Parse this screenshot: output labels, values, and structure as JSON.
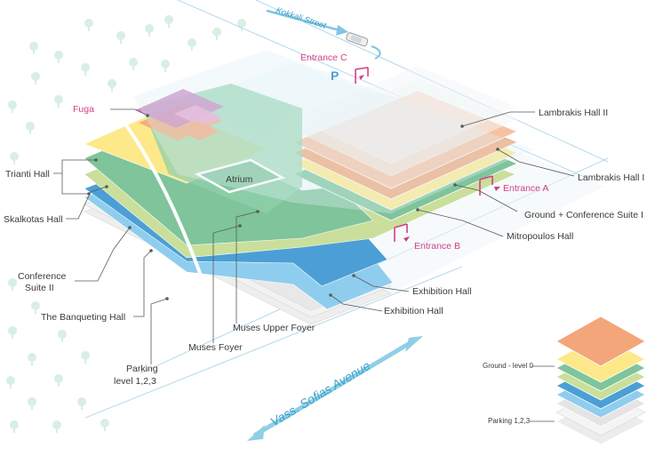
{
  "streets": {
    "kokkali": "Kokkali Street",
    "vass_sofias": "Vass. Sofias Avenue"
  },
  "parking_symbol": "P",
  "entrances": {
    "a": "Entrance A",
    "b": "Entrance B",
    "c": "Entrance C"
  },
  "halls": {
    "fuga": "Fuga",
    "atrium": "Atrium",
    "lambrakis_ii": "Lambrakis Hall II",
    "lambrakis_i": "Lambrakis Hall I",
    "ground_conference_i": "Ground + Conference Suite I",
    "mitropoulos": "Mitropoulos Hall",
    "trianti": "Trianti Hall",
    "skalkotas": "Skalkotas Hall",
    "conference_ii_line1": "Conference",
    "conference_ii_line2": "Suite II",
    "banqueting": "The Banqueting Hall",
    "muses_foyer": "Muses Foyer",
    "muses_upper_foyer": "Muses Upper Foyer",
    "exhibition_1": "Exhibition Hall",
    "exhibition_2": "Exhibition Hall",
    "parking_line1": "Parking",
    "parking_line2": "level 1,2,3"
  },
  "legend": {
    "ground": "Ground  - level 0",
    "parking": "Parking 1,2,3"
  },
  "colors": {
    "orange": "#f2a679",
    "yellow": "#fde88a",
    "green": "#7fc49a",
    "light_green": "#c9df9b",
    "blue": "#4c9fd6",
    "light_blue": "#8fcdee",
    "grey": "#e4e4e4",
    "pink": "#d23f88",
    "street_blue": "#3aa0c8"
  }
}
